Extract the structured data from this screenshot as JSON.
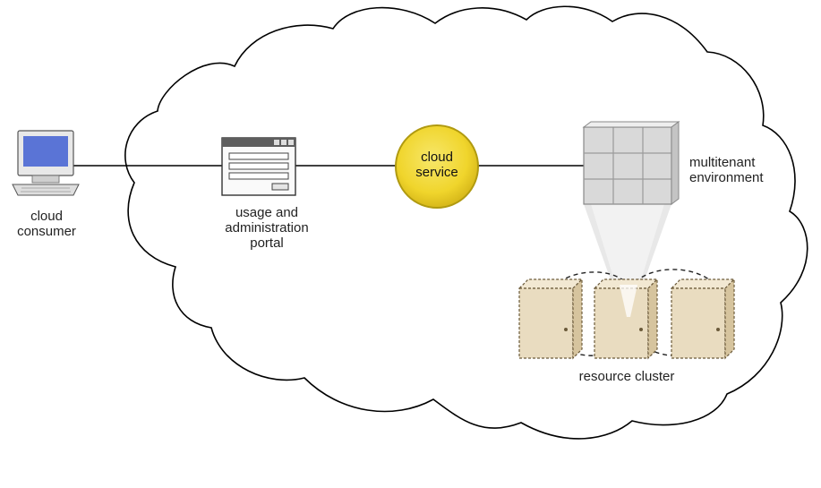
{
  "diagram": {
    "consumer": {
      "lines": [
        "cloud",
        "consumer"
      ]
    },
    "portal": {
      "lines": [
        "usage and",
        "administration",
        "portal"
      ]
    },
    "service": {
      "lines": [
        "cloud",
        "service"
      ]
    },
    "environment": {
      "lines": [
        "multitenant",
        "environment"
      ]
    },
    "cluster": {
      "label": "resource cluster"
    }
  },
  "colors": {
    "cloud_outline": "#000000",
    "service_fill": "#f0d52c",
    "service_stroke": "#b09a10",
    "grid_fill": "#d9d9d9",
    "server_fill": "#e9dcc0",
    "server_stroke": "#6b5a3a",
    "beam_fill": "#e6e6e6",
    "monitor_screen": "#5a74d6"
  }
}
